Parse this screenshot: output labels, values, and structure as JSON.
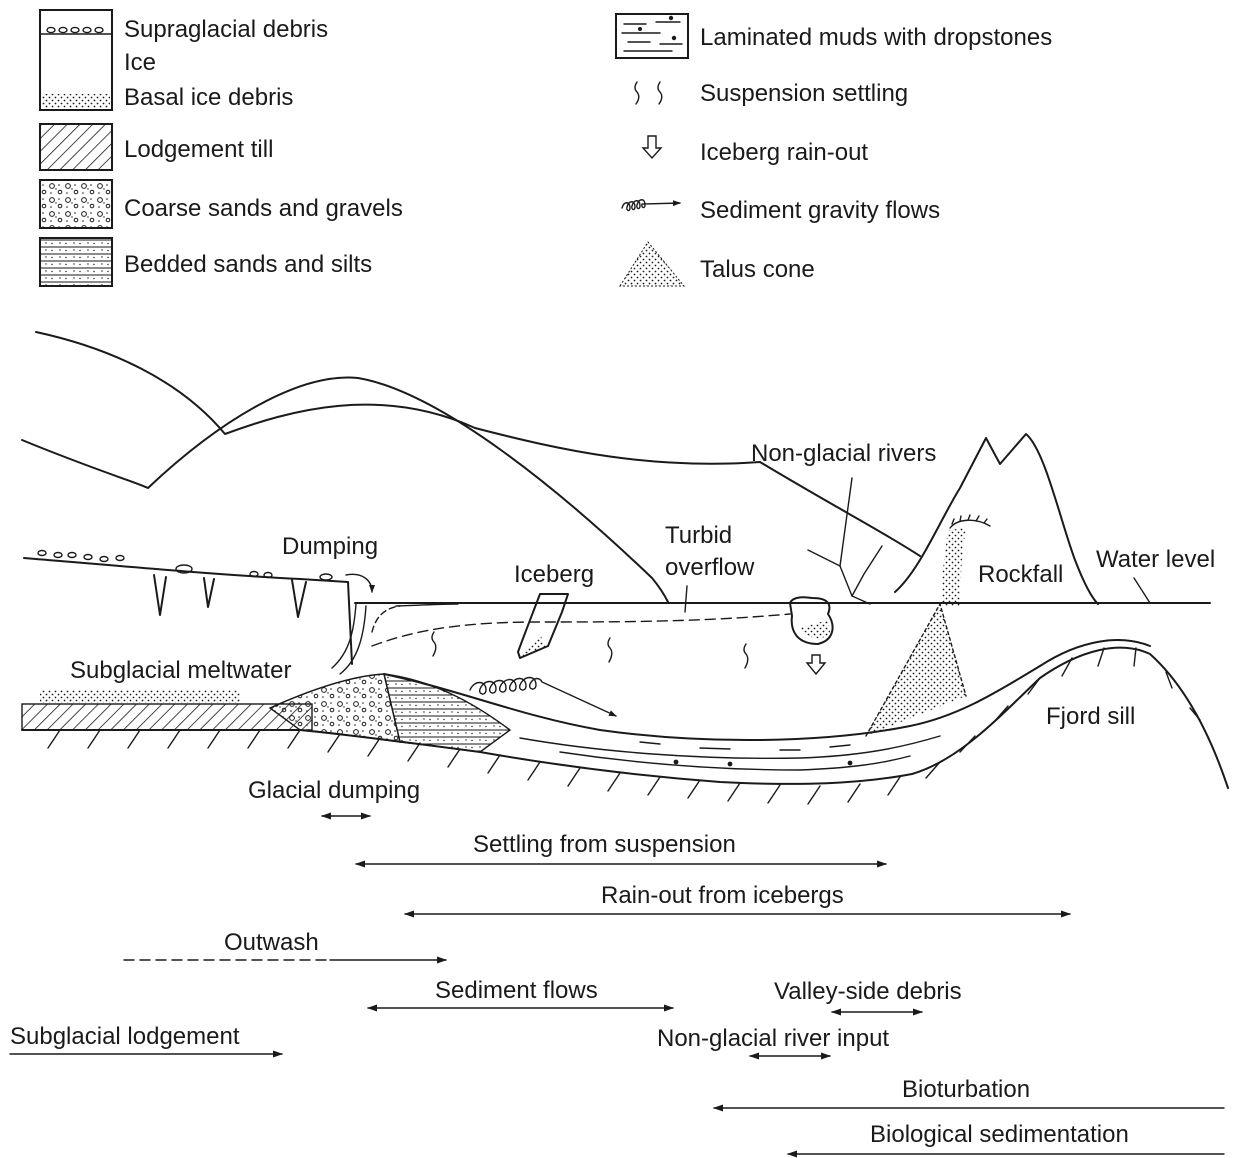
{
  "legend_left": [
    {
      "id": "supraglacial",
      "label": "Supraglacial debris"
    },
    {
      "id": "ice",
      "label": "Ice"
    },
    {
      "id": "basal",
      "label": "Basal ice debris"
    },
    {
      "id": "lodgement",
      "label": "Lodgement till"
    },
    {
      "id": "coarse",
      "label": "Coarse sands and gravels"
    },
    {
      "id": "bedded",
      "label": "Bedded sands and silts"
    }
  ],
  "legend_right": [
    {
      "id": "laminated",
      "label": "Laminated muds with dropstones"
    },
    {
      "id": "suspension",
      "label": "Suspension settling"
    },
    {
      "id": "iceberg_rain",
      "label": "Iceberg rain-out"
    },
    {
      "id": "gravity_flows",
      "label": "Sediment gravity flows"
    },
    {
      "id": "talus",
      "label": "Talus cone"
    }
  ],
  "cross_section_labels": {
    "non_glacial_rivers": "Non-glacial rivers",
    "dumping": "Dumping",
    "turbid_overflow_1": "Turbid",
    "turbid_overflow_2": "overflow",
    "iceberg": "Iceberg",
    "rockfall": "Rockfall",
    "water_level": "Water level",
    "subglacial_meltwater": "Subglacial meltwater",
    "fjord_sill": "Fjord sill"
  },
  "process_ranges": [
    {
      "id": "glacial_dumping",
      "label": "Glacial dumping",
      "style": "double-arrow"
    },
    {
      "id": "settling_suspension",
      "label": "Settling from suspension",
      "style": "double-arrow"
    },
    {
      "id": "rainout_icebergs",
      "label": "Rain-out from icebergs",
      "style": "double-arrow"
    },
    {
      "id": "outwash",
      "label": "Outwash",
      "style": "dashed-then-arrow-right"
    },
    {
      "id": "sediment_flows",
      "label": "Sediment flows",
      "style": "double-arrow"
    },
    {
      "id": "valley_side_debris",
      "label": "Valley-side debris",
      "style": "double-arrow"
    },
    {
      "id": "subglacial_lodgement",
      "label": "Subglacial lodgement",
      "style": "arrow-right"
    },
    {
      "id": "non_glacial_river_input",
      "label": "Non-glacial river input",
      "style": "double-arrow"
    },
    {
      "id": "bioturbation",
      "label": "Bioturbation",
      "style": "arrow-left"
    },
    {
      "id": "biological_sedimentation",
      "label": "Biological sedimentation",
      "style": "arrow-left"
    }
  ]
}
